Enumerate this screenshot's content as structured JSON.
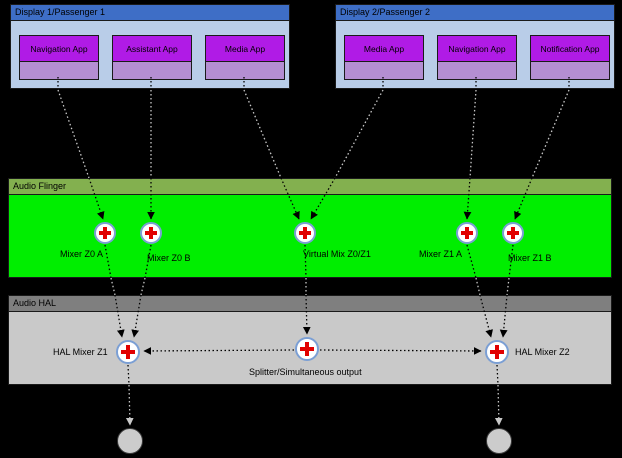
{
  "display1": {
    "title": "Display 1/Passenger 1",
    "apps": [
      {
        "label": "Navigation App"
      },
      {
        "label": "Assistant App"
      },
      {
        "label": "Media App"
      }
    ]
  },
  "display2": {
    "title": "Display 2/Passenger 2",
    "apps": [
      {
        "label": "Media App"
      },
      {
        "label": "Navigation App"
      },
      {
        "label": "Notification App"
      }
    ]
  },
  "audio_flinger": {
    "title": "Audio Flinger",
    "mixers": [
      {
        "label": "Mixer Z0 A"
      },
      {
        "label": "Mixer Z0 B"
      },
      {
        "label": "Virtual Mix Z0/Z1"
      },
      {
        "label": "Mixer Z1 A"
      },
      {
        "label": "Mixer Z1 B"
      }
    ]
  },
  "audio_hal": {
    "title": "Audio HAL",
    "nodes": [
      {
        "label": "HAL Mixer Z1"
      },
      {
        "label": "Splitter/Simultaneous output"
      },
      {
        "label": "HAL Mixer Z2"
      }
    ]
  },
  "icons": {
    "mixer_node": "circle-with-red-plus",
    "output_endpoint": "gray-circle"
  },
  "colors": {
    "background": "#000000",
    "display_header": "#3e6ec6",
    "display_body": "#b9cde8",
    "app_top": "#b01be6",
    "app_bottom": "#b48ed2",
    "flinger_header": "#83b04f",
    "flinger_body": "#00ee00",
    "hal_header": "#7f7f7f",
    "hal_body": "#c9c9c9",
    "mixer_ring": "#7b9fd4",
    "mixer_plus": "#e10000",
    "connector_dark": "#000000",
    "connector_light": "#c8c8c8"
  }
}
